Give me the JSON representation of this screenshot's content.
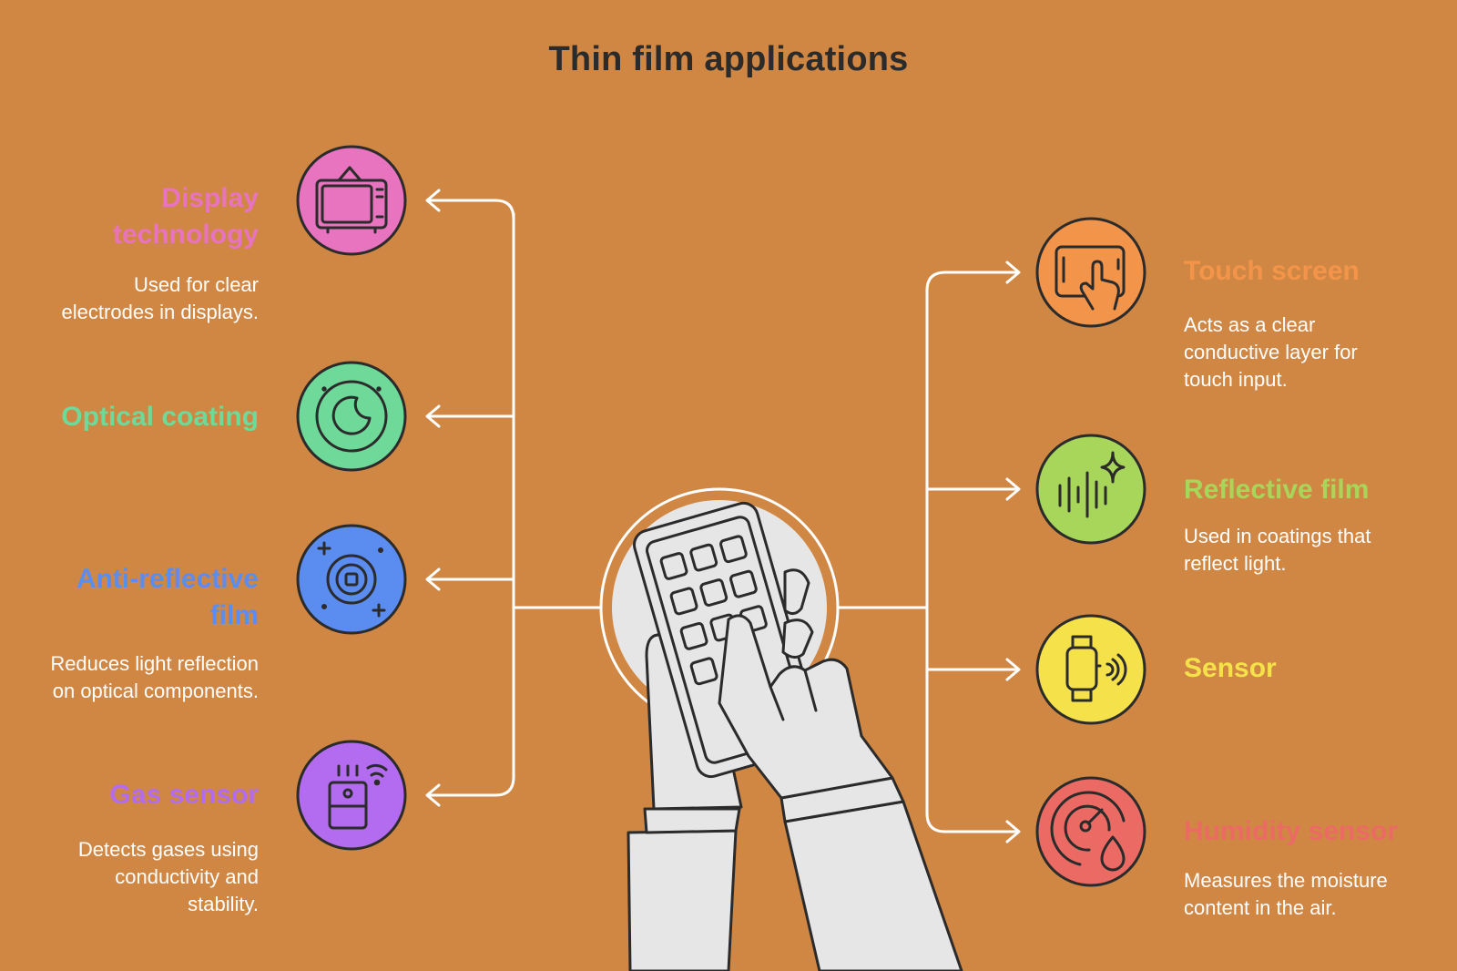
{
  "title": "Thin film applications",
  "colors": {
    "background": "#D18744",
    "outline": "#2b2b2b",
    "connector": "#ffffff",
    "center_fill": "#e6e6e6"
  },
  "left_items": [
    {
      "label": "Display technology",
      "label_lines": [
        "Display",
        "technology"
      ],
      "desc_lines": [
        "Used for clear",
        "electrodes in displays."
      ],
      "icon": "tv-icon",
      "color": "#E873BE"
    },
    {
      "label": "Optical coating",
      "label_lines": [
        "Optical coating"
      ],
      "desc_lines": [],
      "icon": "moon-lens-icon",
      "color": "#6FD99A"
    },
    {
      "label": "Anti-reflective film",
      "label_lines": [
        "Anti-reflective",
        "film"
      ],
      "desc_lines": [
        "Reduces light reflection",
        "on optical components."
      ],
      "icon": "target-icon",
      "color": "#5B8DF0"
    },
    {
      "label": "Gas sensor",
      "label_lines": [
        "Gas sensor"
      ],
      "desc_lines": [
        "Detects gases using",
        "conductivity and",
        "stability."
      ],
      "icon": "gas-detector-icon",
      "color": "#B36CF0"
    }
  ],
  "right_items": [
    {
      "label": "Touch screen",
      "label_lines": [
        "Touch screen"
      ],
      "desc_lines": [
        "Acts as a clear",
        "conductive layer for",
        "touch input."
      ],
      "icon": "tablet-touch-icon",
      "color": "#F2954A"
    },
    {
      "label": "Reflective film",
      "label_lines": [
        "Reflective film"
      ],
      "desc_lines": [
        "Used in coatings that",
        "reflect light."
      ],
      "icon": "sparkle-waves-icon",
      "color": "#A8D65A"
    },
    {
      "label": "Sensor",
      "label_lines": [
        "Sensor"
      ],
      "desc_lines": [],
      "icon": "smartwatch-icon",
      "color": "#F5E24A"
    },
    {
      "label": "Humidity sensor",
      "label_lines": [
        "Humidity sensor"
      ],
      "desc_lines": [
        "Measures the moisture",
        "content in the air."
      ],
      "icon": "gauge-drop-icon",
      "color": "#EB6B64"
    }
  ]
}
